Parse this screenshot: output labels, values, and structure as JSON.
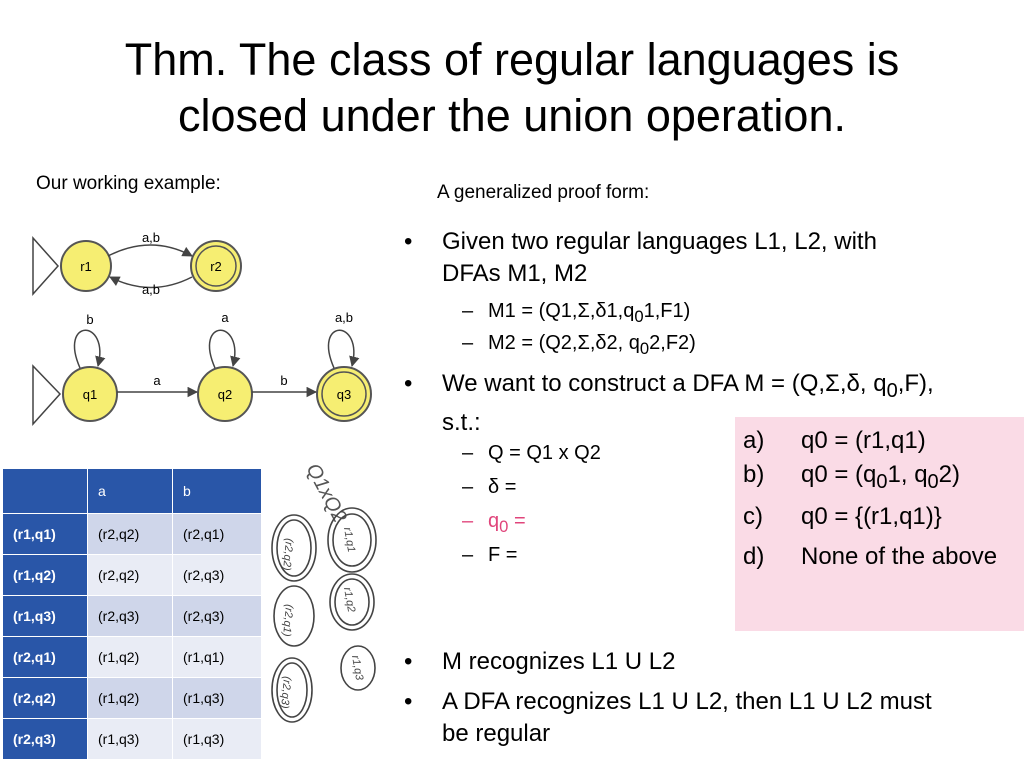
{
  "title": {
    "line1": "Thm. The class of regular languages is",
    "line2": "closed under the union operation."
  },
  "left_label": "Our working example:",
  "right_label": "A generalized proof form:",
  "dfa1": {
    "states": [
      "r1",
      "r2"
    ],
    "top_edge": "a,b",
    "bottom_edge": "a,b"
  },
  "dfa2": {
    "states": [
      "q1",
      "q2",
      "q3"
    ],
    "loops": [
      "b",
      "a",
      "a,b"
    ],
    "edges": [
      "a",
      "b"
    ]
  },
  "bullets": {
    "given": "Given two regular languages L1, L2, with DFAs M1, M2",
    "m1_a": "M1 = (Q1,Σ,δ1,q",
    "m1_sub": "0",
    "m1_b": "1,F1)",
    "m2_a": "M2 = (Q2,Σ,δ2, q",
    "m2_sub": "0",
    "m2_b": "2,F2)",
    "want_a": "We want to construct a DFA M = (Q,Σ,δ, q",
    "want_sub": "0",
    "want_b": ",F), s.t.:",
    "q_def": "Q = Q1 x Q2",
    "delta_def": "δ =",
    "q0_a": "q",
    "q0_sub": "0",
    "q0_b": " =",
    "f_def": "F =",
    "recognizes": "M recognizes L1 U L2",
    "conclusion": "A DFA recognizes L1 U L2, then L1 U L2 must be regular"
  },
  "quiz": {
    "a_label": "a)",
    "a_text": "q0 = (r1,q1)",
    "b_label": "b)",
    "b_text_1": "q0 = (q",
    "b_sub_1": "0",
    "b_text_2": "1, q",
    "b_sub_2": "0",
    "b_text_3": "2)",
    "c_label": "c)",
    "c_text": "q0 = {(r1,q1)}",
    "d_label": "d)",
    "d_text": " None of the above"
  },
  "table": {
    "headers": [
      "",
      "a",
      "b"
    ],
    "rows": [
      [
        "(r1,q1)",
        "(r2,q2)",
        "(r2,q1)"
      ],
      [
        "(r1,q2)",
        "(r2,q2)",
        "(r2,q3)"
      ],
      [
        "(r1,q3)",
        "(r2,q3)",
        "(r2,q3)"
      ],
      [
        "(r2,q1)",
        "(r1,q2)",
        "(r1,q1)"
      ],
      [
        "(r2,q2)",
        "(r1,q2)",
        "(r1,q3)"
      ],
      [
        "(r2,q3)",
        "(r1,q3)",
        "(r1,q3)"
      ]
    ]
  },
  "handwriting": {
    "label": "Q1xQ2",
    "circles": [
      "(r2,q2)",
      "r1,q1",
      "r1,q2",
      "(r2,q1)",
      "r1,q3",
      "(r2,q3)"
    ]
  },
  "colors": {
    "table_header": "#2956a8",
    "row_odd": "#cfd6ea",
    "row_even": "#e9ecf5",
    "quiz_bg": "#fadbe6",
    "state_fill": "#f6ee72",
    "q0_text": "#e0457b"
  }
}
